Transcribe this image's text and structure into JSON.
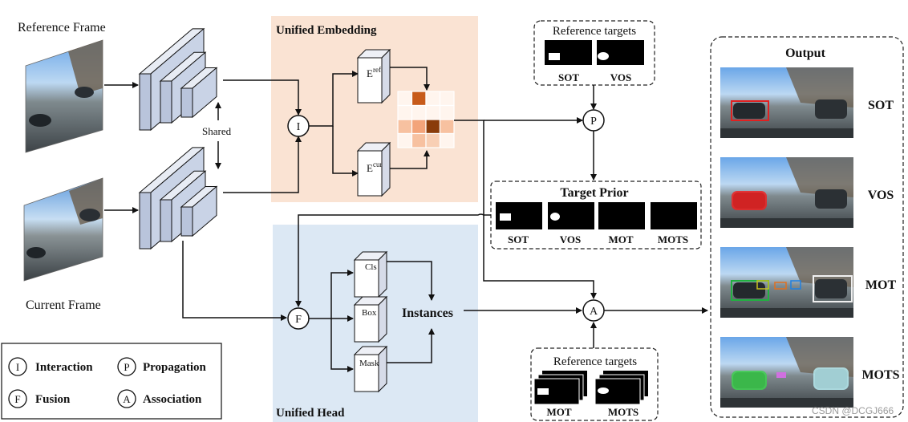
{
  "labels": {
    "reference_frame": "Reference Frame",
    "current_frame": "Current Frame",
    "shared": "Shared",
    "unified_embedding": "Unified Embedding",
    "unified_head": "Unified Head",
    "e_ref_base": "E",
    "e_ref_sup": "ref",
    "e_cur_base": "E",
    "e_cur_sup": "cur",
    "instances": "Instances",
    "output": "Output",
    "target_prior": "Target Prior",
    "watermark": "CSDN @DCGJ666"
  },
  "head_boxes": [
    "Cls",
    "Box",
    "Mask"
  ],
  "ops": {
    "interaction": "I",
    "propagation": "P",
    "fusion": "F",
    "association": "A"
  },
  "ref_targets_top": {
    "title": "Reference targets",
    "items": [
      "SOT",
      "VOS"
    ]
  },
  "ref_targets_bottom": {
    "title": "Reference targets",
    "items": [
      "MOT",
      "MOTS"
    ]
  },
  "target_prior_items": [
    "SOT",
    "VOS",
    "MOT",
    "MOTS"
  ],
  "output_items": [
    "SOT",
    "VOS",
    "MOT",
    "MOTS"
  ],
  "legend": [
    {
      "symbol": "I",
      "label": "Interaction"
    },
    {
      "symbol": "P",
      "label": "Propagation"
    },
    {
      "symbol": "F",
      "label": "Fusion"
    },
    {
      "symbol": "A",
      "label": "Association"
    }
  ],
  "colors": {
    "embedding_bg": "#fae3d3",
    "head_bg": "#dce8f4",
    "backbone_face": "#c9d3e6",
    "heat_dark": "#8a3c0a",
    "heat_mid": "#c75b1a",
    "heat_light": "#f2b08a",
    "heat_pale": "#fbd9c3"
  },
  "heatmap": [
    [
      0,
      3,
      0,
      0
    ],
    [
      0,
      0,
      0,
      0
    ],
    [
      1,
      2,
      3,
      1
    ],
    [
      0,
      1,
      2,
      0
    ]
  ]
}
